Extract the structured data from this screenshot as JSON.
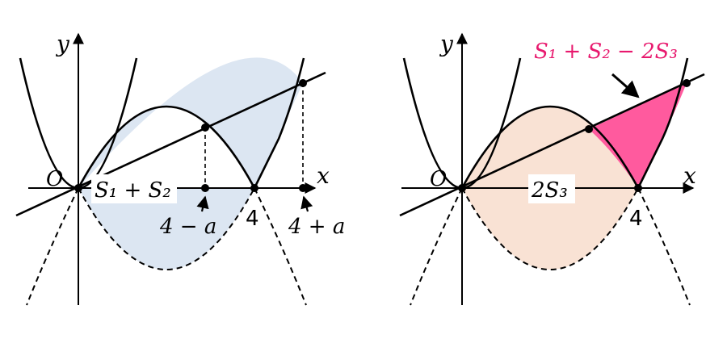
{
  "colors": {
    "left_region": "#dce6f2",
    "right_region": "#f9e2d4",
    "highlight_region": "#ff5a9e",
    "highlight_text": "#e8196e",
    "curve": "#000000"
  },
  "left_panel": {
    "y_axis_label": "y",
    "x_axis_label": "x",
    "origin_label": "O",
    "area_label": "S₁ + S₂",
    "tick_4": "4",
    "tick_4_minus_a": "4 − a",
    "tick_4_plus_a": "4 + a"
  },
  "right_panel": {
    "y_axis_label": "y",
    "x_axis_label": "x",
    "origin_label": "O",
    "area_label": "2S₃",
    "tick_4": "4",
    "highlight_label": "S₁ + S₂ − 2S₃"
  }
}
